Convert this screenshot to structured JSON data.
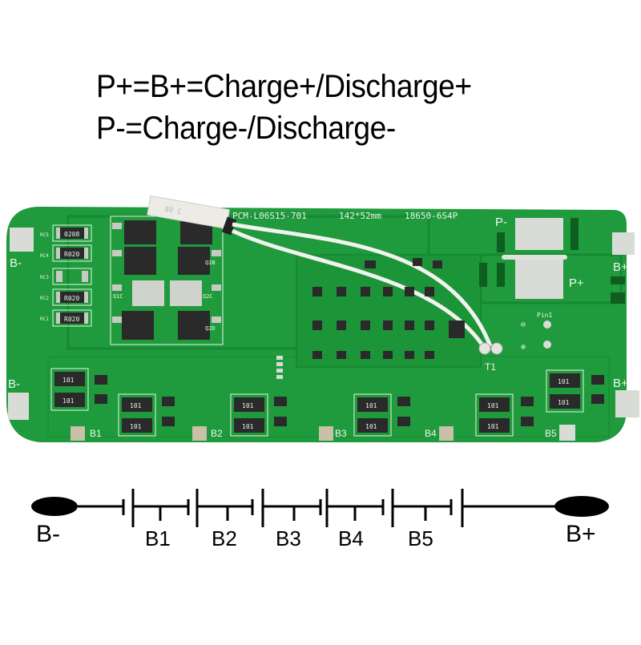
{
  "caption": {
    "line1": "P+=B+=Charge+/Discharge+",
    "line2": "P-=Charge-/Discharge-"
  },
  "pcb": {
    "model": "PCM-L06S15-701",
    "dimensions": "142*52mm",
    "config": "18650-6S4P",
    "pad_labels": {
      "p_minus": "P-",
      "p_plus": "P+",
      "b_minus_top": "B-",
      "b_minus_bottom": "B-",
      "b_plus_top": "B+",
      "b_plus_bottom": "B+",
      "b1": "B1",
      "b2": "B2",
      "b3": "B3",
      "b4": "B4",
      "b5": "B5",
      "t1": "T1",
      "pin1": "Pin1"
    },
    "sense_resistors": [
      {
        "ref": "RC5",
        "value": "0208"
      },
      {
        "ref": "RC4",
        "value": "R020"
      },
      {
        "ref": "RC3",
        "value": ""
      },
      {
        "ref": "RC2",
        "value": "R020"
      },
      {
        "ref": "RC1",
        "value": "R020"
      }
    ],
    "balance_resistor_value": "101",
    "mosfet_labels": [
      "Q1C",
      "Q2C",
      "Q2B",
      "Q2D"
    ],
    "colors": {
      "board": "#1f9a3c",
      "board_dark": "#137a2c",
      "silkscreen": "#e8f5e8",
      "pad": "#d9dcd6",
      "chip": "#2a2a2a"
    }
  },
  "schematic": {
    "terminals": {
      "negative": "B-",
      "positive": "B+"
    },
    "taps": [
      "B1",
      "B2",
      "B3",
      "B4",
      "B5"
    ]
  }
}
